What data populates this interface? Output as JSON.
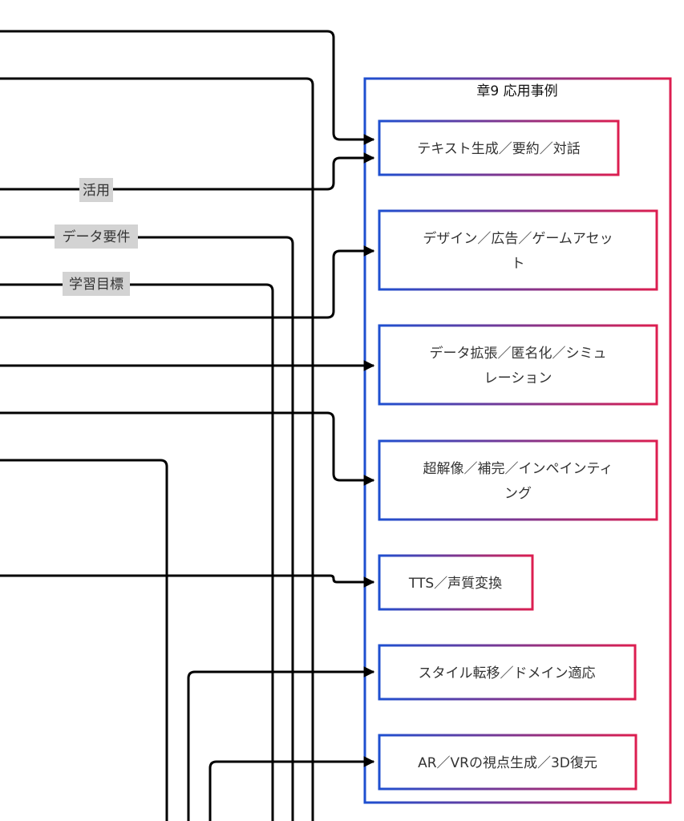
{
  "cluster": {
    "title": "章9 応用事例",
    "gradient": {
      "start": "#1e4fd0",
      "end": "#dc1e50"
    }
  },
  "nodes": [
    {
      "id": "text-gen",
      "lines": [
        "テキスト生成／要約／対話"
      ]
    },
    {
      "id": "design",
      "lines": [
        "デザイン／広告／ゲームアセッ",
        "ト"
      ]
    },
    {
      "id": "data-aug",
      "lines": [
        "データ拡張／匿名化／シミュ",
        "レーション"
      ]
    },
    {
      "id": "super-res",
      "lines": [
        "超解像／補完／インペインティ",
        "ング"
      ]
    },
    {
      "id": "tts",
      "lines": [
        "TTS／声質変換"
      ]
    },
    {
      "id": "style-transfer",
      "lines": [
        "スタイル転移／ドメイン適応"
      ]
    },
    {
      "id": "ar-vr",
      "lines": [
        "AR／VRの視点生成／3D復元"
      ]
    }
  ],
  "edge_labels": [
    {
      "id": "utilization",
      "text": "活用"
    },
    {
      "id": "data-requirements",
      "text": "データ要件"
    },
    {
      "id": "learning-goals",
      "text": "学習目標"
    }
  ]
}
